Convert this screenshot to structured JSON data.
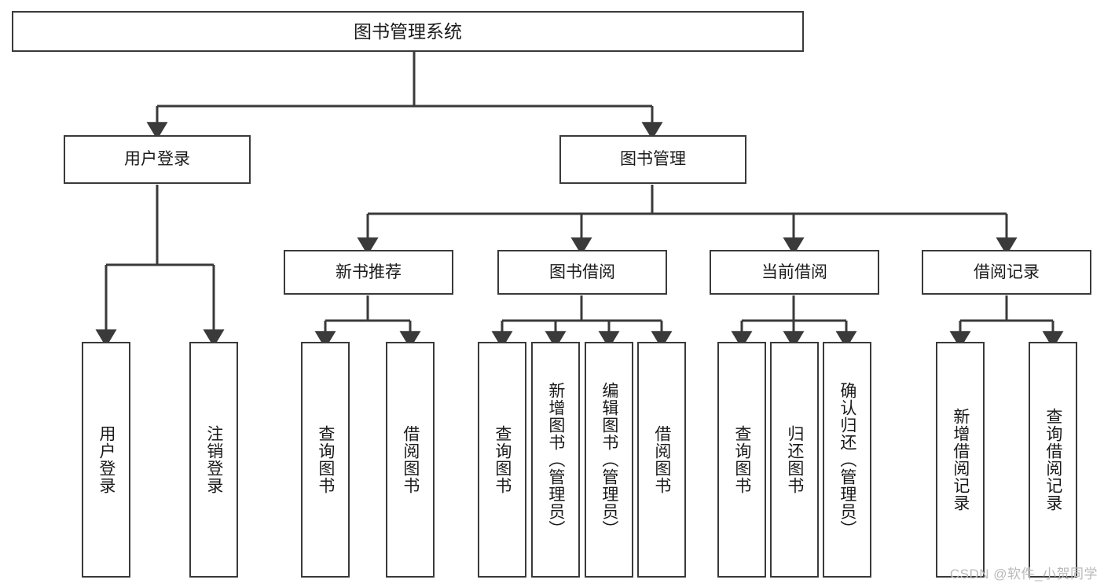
{
  "diagram": {
    "title": "图书管理系统",
    "watermark": "CSDN @软件_小贺同学",
    "colors": {
      "line": "#3a3a3a",
      "box_fill": "#ffffff",
      "text": "#1a1a1a",
      "background": "#ffffff",
      "watermark": "#b9b9b9"
    },
    "root": {
      "label": "图书管理系统"
    },
    "level1": [
      {
        "label": "用户登录"
      },
      {
        "label": "图书管理"
      }
    ],
    "level2": [
      {
        "label": "新书推荐"
      },
      {
        "label": "图书借阅"
      },
      {
        "label": "当前借阅"
      },
      {
        "label": "借阅记录"
      }
    ],
    "leaves": {
      "user_login": [
        {
          "label": "用户登录"
        },
        {
          "label": "注销登录"
        }
      ],
      "new_book_recommend": [
        {
          "label": "查询图书"
        },
        {
          "label": "借阅图书"
        }
      ],
      "book_borrow": [
        {
          "label": "查询图书"
        },
        {
          "label": "新增图书（管理员）"
        },
        {
          "label": "编辑图书（管理员）"
        },
        {
          "label": "借阅图书"
        }
      ],
      "current_borrow": [
        {
          "label": "查询图书"
        },
        {
          "label": "归还图书"
        },
        {
          "label": "确认归还（管理员）"
        }
      ],
      "borrow_record": [
        {
          "label": "新增借阅记录"
        },
        {
          "label": "查询借阅记录"
        }
      ]
    }
  }
}
